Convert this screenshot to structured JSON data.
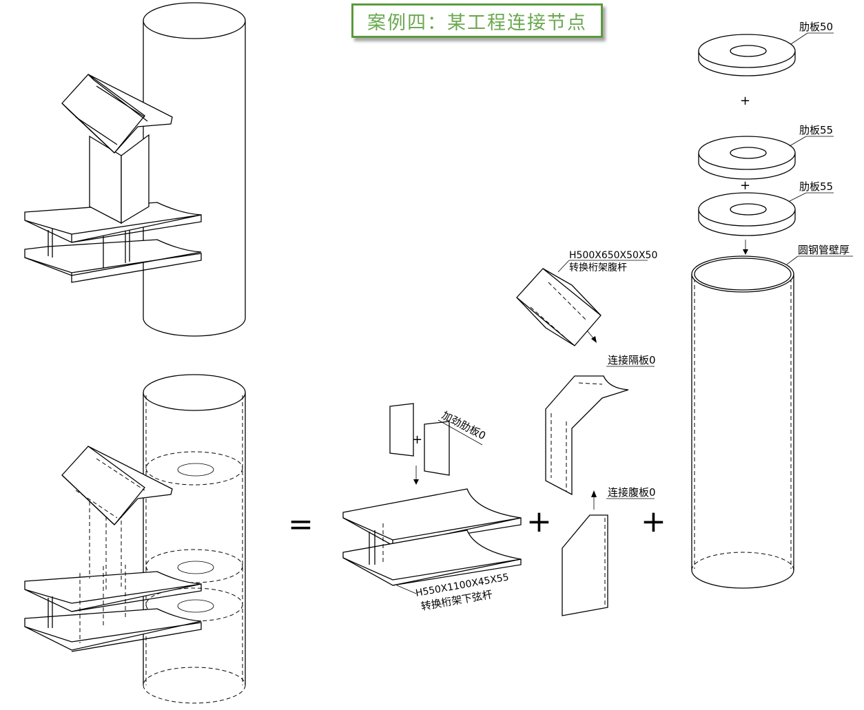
{
  "title": "案例四：某工程连接节点",
  "symbols": {
    "equals": "=",
    "plus": "+"
  },
  "labels": {
    "rib_plate_1": "肋板50",
    "rib_plate_2": "肋板55",
    "rib_plate_3": "肋板55",
    "tube_wall": "圆钢管壁厚",
    "web_member_size": "H500X650X50X50",
    "web_member_name": "转换桁架腹杆",
    "connect_diaphragm": "连接隔板0",
    "stiffener": "加劲肋板0",
    "connect_web": "连接腹板0",
    "bottom_chord_size": "H550X1100X45X55",
    "bottom_chord_name": "转换桁架下弦杆"
  }
}
